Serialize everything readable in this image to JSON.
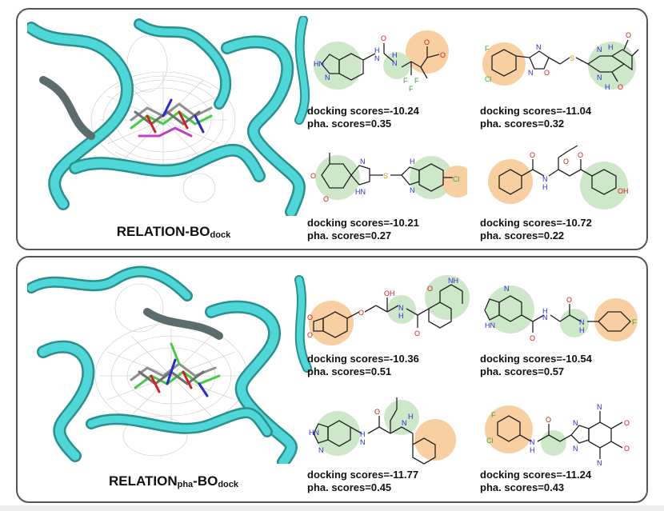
{
  "panels": [
    {
      "method": {
        "main": "RELATION-BO",
        "sub": "dock",
        "suffix": ""
      },
      "molecules": [
        {
          "docking": "docking scores=-10.24",
          "pha": "pha. scores=0.35"
        },
        {
          "docking": "docking scores=-11.04",
          "pha": "pha. scores=0.32"
        },
        {
          "docking": "docking scores=-10.21",
          "pha": "pha. scores=0.27"
        },
        {
          "docking": "docking scores=-10.72",
          "pha": "pha. scores=0.22"
        }
      ]
    },
    {
      "method": {
        "main": "RELATION",
        "sub": "pha",
        "suffix": "-BO",
        "sub2": "dock"
      },
      "molecules": [
        {
          "docking": "docking scores=-10.36",
          "pha": "pha. scores=0.51"
        },
        {
          "docking": "docking scores=-10.54",
          "pha": "pha. scores=0.57"
        },
        {
          "docking": "docking scores=-11.77",
          "pha": "pha. scores=0.45"
        },
        {
          "docking": "docking scores=-11.24",
          "pha": "pha. scores=0.43"
        }
      ]
    }
  ],
  "atom_labels": {
    "nh": "NH",
    "hn": "HN",
    "h": "H",
    "n": "N",
    "o": "O",
    "f": "F",
    "cl": "Cl",
    "s": "S",
    "oh": "OH",
    "hn_top": "H"
  },
  "colors": {
    "green_highlight": "#cde8c8",
    "orange_highlight": "#f8cfa0",
    "ribbon": "#4fd6d6",
    "ribbon_dark": "#2a8f8f",
    "mesh": "#bbbbbb",
    "nitrogen": "#2a2ad0",
    "oxygen": "#d02020",
    "fluorine": "#40a040",
    "chlorine": "#30b030",
    "sulfur": "#c0a000"
  }
}
